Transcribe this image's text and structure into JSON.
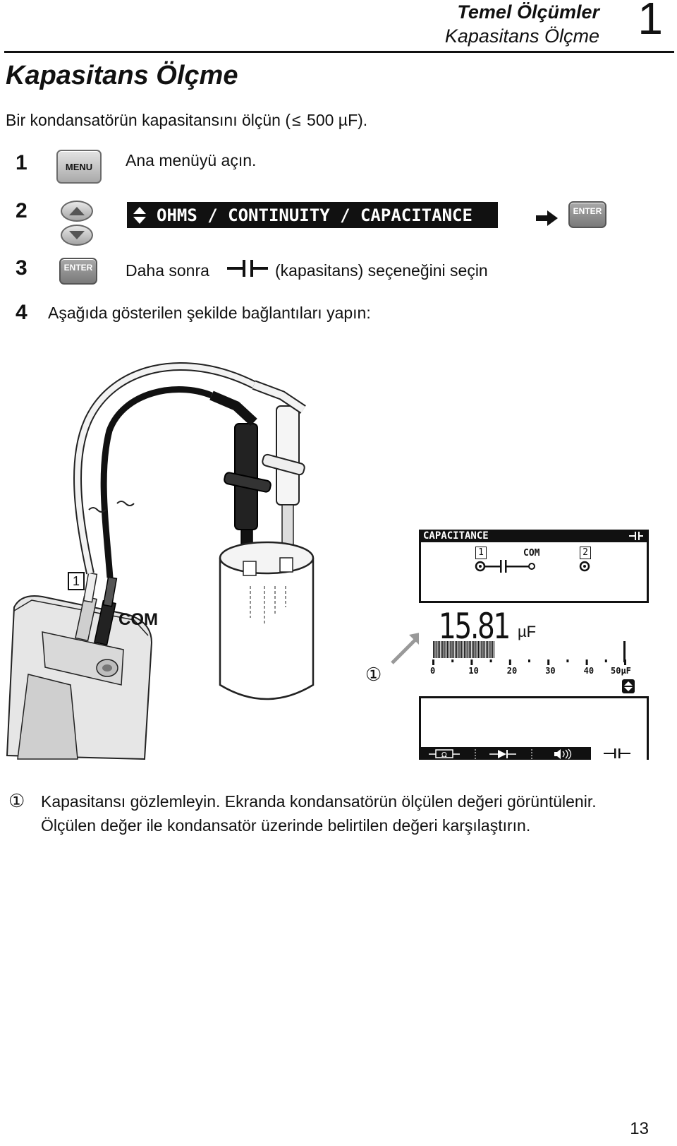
{
  "header": {
    "section_title": "Temel Ölçümler",
    "section_subtitle": "Kapasitans Ölçme",
    "chapter_number": "1"
  },
  "page_title": "Kapasitans Ölçme",
  "intro": "Bir kondansatörün kapasitansını ölçün ( 500 µF).",
  "steps": [
    {
      "number": "1",
      "key_label": "MENU",
      "text": "Ana menüyü açın."
    },
    {
      "number": "2",
      "banner": "OHMS / CONTINUITY / CAPACITANCE",
      "enter_label": "ENTER"
    },
    {
      "number": "3",
      "key_label": "ENTER",
      "text_before": "Daha sonra",
      "text_after": "(kapasitans) seçeneğini seçin"
    },
    {
      "number": "4",
      "text": "Aşağıda gösterilen şekilde bağlantıları yapın:"
    }
  ],
  "figure": {
    "input_label": "1",
    "com_label": "COM",
    "callout": "①",
    "screen": {
      "mode_title": "CAPACITANCE",
      "input1_label": "1",
      "com_label": "COM",
      "input2_label": "2",
      "reading_value": "15.81",
      "reading_unit": "µF",
      "scale_labels": [
        "0",
        "10",
        "20",
        "30",
        "40",
        "50µF"
      ]
    }
  },
  "footnote": {
    "marker": "①",
    "text": "Kapasitansı gözlemleyin. Ekranda kondansatörün ölçülen değeri görüntülenir. Ölçülen değer ile kondansatör üzerinde belirtilen değeri karşılaştırın."
  },
  "page_number": "13"
}
